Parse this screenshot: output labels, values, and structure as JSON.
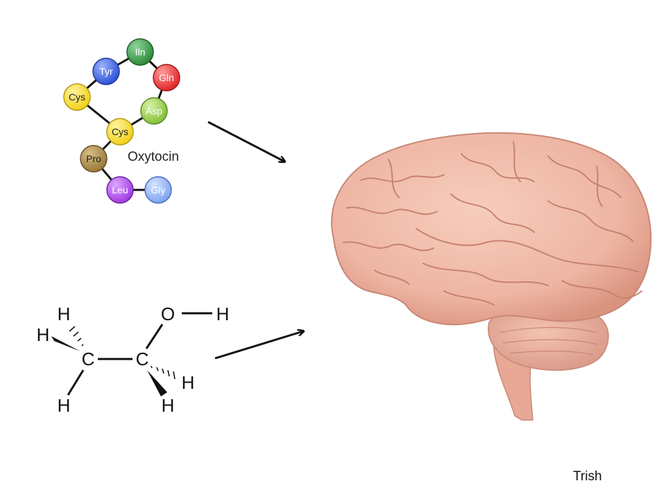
{
  "oxytocin": {
    "label": "Oxytocin",
    "residues": [
      {
        "id": "iln",
        "name": "Iln",
        "color": "#2e8b3a"
      },
      {
        "id": "tyr",
        "name": "Tyr",
        "color": "#2f54d6"
      },
      {
        "id": "gln",
        "name": "Gln",
        "color": "#e02828"
      },
      {
        "id": "cys-top",
        "name": "Cys",
        "color": "#f2d21a"
      },
      {
        "id": "asp",
        "name": "Asp",
        "color": "#86c23a"
      },
      {
        "id": "cys-mid",
        "name": "Cys",
        "color": "#f2d21a"
      },
      {
        "id": "pro",
        "name": "Pro",
        "color": "#9a7a3c"
      },
      {
        "id": "leu",
        "name": "Leu",
        "color": "#a23ce0"
      },
      {
        "id": "gly",
        "name": "Gly",
        "color": "#7fa6f0"
      }
    ]
  },
  "ethanol": {
    "atoms": {
      "c1": "C",
      "c2": "C",
      "o": "O",
      "h_oh": "H",
      "h_top": "H",
      "h_left": "H",
      "h_bottom1": "H",
      "h_right": "H",
      "h_bottom2": "H"
    }
  },
  "brain": {
    "icon": "brain-illustration",
    "color": "#f0b9a8"
  },
  "author": "Trish"
}
